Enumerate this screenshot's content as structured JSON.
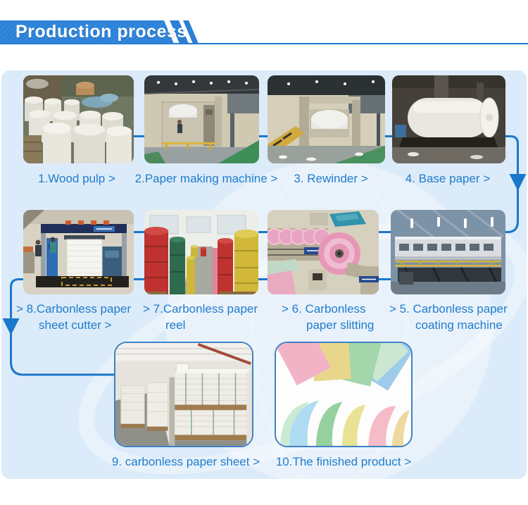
{
  "header": {
    "title": "Production process"
  },
  "colors": {
    "banner_blue": "#2b80d6",
    "band_blue": "#dcebf9",
    "label_blue": "#1f7ccd",
    "connector_blue": "#1a77cb",
    "photo_border_blue": "#3e81c4"
  },
  "steps": [
    {
      "num": 1,
      "label": "1.Wood pulp >",
      "photo": "wood-pulp-rolls"
    },
    {
      "num": 2,
      "label": "2.Paper making machine >",
      "photo": "paper-making-machine"
    },
    {
      "num": 3,
      "label": "3. Rewinder >",
      "photo": "rewinder-machine"
    },
    {
      "num": 4,
      "label": "4. Base paper >",
      "photo": "base-paper-roll"
    },
    {
      "num": 5,
      "line1": "> 5. Carbonless paper",
      "line2": "coating machine",
      "photo": "coating-machine"
    },
    {
      "num": 6,
      "line1": "> 6. Carbonless",
      "line2": "paper slitting",
      "photo": "paper-slitting-machine"
    },
    {
      "num": 7,
      "line1": "> 7.Carbonless paper",
      "line2": "reel",
      "photo": "carbonless-paper-reels"
    },
    {
      "num": 8,
      "line1": "> 8.Carbonless paper",
      "line2": "sheet cutter >",
      "photo": "sheet-cutter-machine"
    },
    {
      "num": 9,
      "label": "9. carbonless paper sheet >",
      "photo": "carbonless-paper-sheet-pallets"
    },
    {
      "num": 10,
      "label": "10.The finished product >",
      "photo": "finished-colored-paper"
    }
  ]
}
